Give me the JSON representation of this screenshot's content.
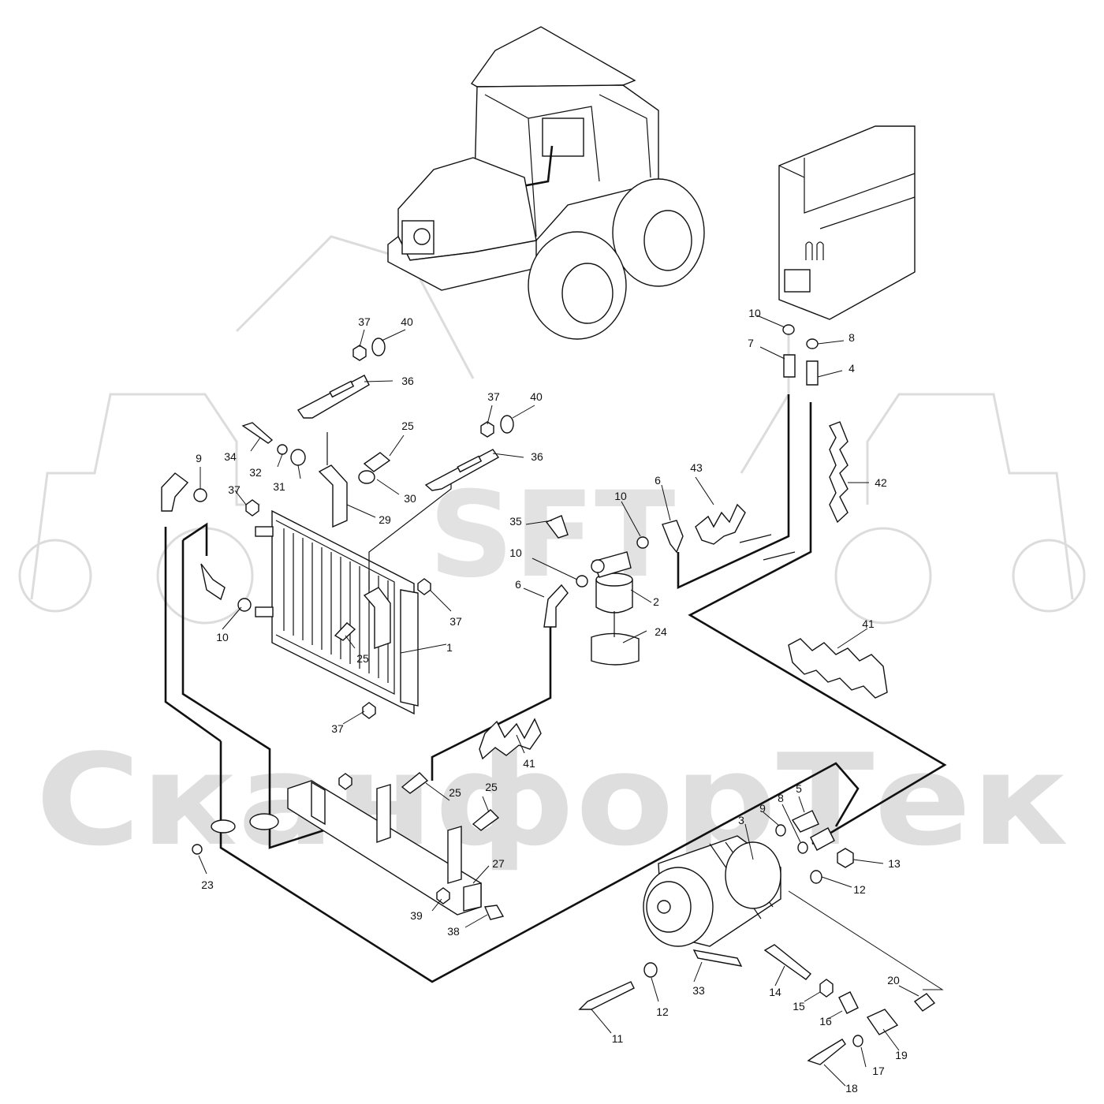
{
  "watermark": {
    "logo": "SFT",
    "text": "СканфорТек"
  },
  "callouts": [
    {
      "id": "c1",
      "text": "1"
    },
    {
      "id": "c2",
      "text": "2"
    },
    {
      "id": "c3",
      "text": "3"
    },
    {
      "id": "c4",
      "text": "4"
    },
    {
      "id": "c5",
      "text": "5"
    },
    {
      "id": "c6a",
      "text": "6"
    },
    {
      "id": "c6b",
      "text": "6"
    },
    {
      "id": "c7",
      "text": "7"
    },
    {
      "id": "c8a",
      "text": "8"
    },
    {
      "id": "c8b",
      "text": "8"
    },
    {
      "id": "c9a",
      "text": "9"
    },
    {
      "id": "c9b",
      "text": "9"
    },
    {
      "id": "c10a",
      "text": "10"
    },
    {
      "id": "c10b",
      "text": "10"
    },
    {
      "id": "c10c",
      "text": "10"
    },
    {
      "id": "c10d",
      "text": "10"
    },
    {
      "id": "c11",
      "text": "11"
    },
    {
      "id": "c12a",
      "text": "12"
    },
    {
      "id": "c12b",
      "text": "12"
    },
    {
      "id": "c13",
      "text": "13"
    },
    {
      "id": "c14",
      "text": "14"
    },
    {
      "id": "c15",
      "text": "15"
    },
    {
      "id": "c16",
      "text": "16"
    },
    {
      "id": "c17",
      "text": "17"
    },
    {
      "id": "c18",
      "text": "18"
    },
    {
      "id": "c19",
      "text": "19"
    },
    {
      "id": "c20",
      "text": "20"
    },
    {
      "id": "c23",
      "text": "23"
    },
    {
      "id": "c24",
      "text": "24"
    },
    {
      "id": "c25a",
      "text": "25"
    },
    {
      "id": "c25b",
      "text": "25"
    },
    {
      "id": "c25c",
      "text": "25"
    },
    {
      "id": "c25d",
      "text": "25"
    },
    {
      "id": "c27",
      "text": "27"
    },
    {
      "id": "c29",
      "text": "29"
    },
    {
      "id": "c30",
      "text": "30"
    },
    {
      "id": "c31",
      "text": "31"
    },
    {
      "id": "c32",
      "text": "32"
    },
    {
      "id": "c33",
      "text": "33"
    },
    {
      "id": "c34",
      "text": "34"
    },
    {
      "id": "c35",
      "text": "35"
    },
    {
      "id": "c36a",
      "text": "36"
    },
    {
      "id": "c36b",
      "text": "36"
    },
    {
      "id": "c37a",
      "text": "37"
    },
    {
      "id": "c37b",
      "text": "37"
    },
    {
      "id": "c37c",
      "text": "37"
    },
    {
      "id": "c37d",
      "text": "37"
    },
    {
      "id": "c37e",
      "text": "37"
    },
    {
      "id": "c38",
      "text": "38"
    },
    {
      "id": "c39",
      "text": "39"
    },
    {
      "id": "c40a",
      "text": "40"
    },
    {
      "id": "c40b",
      "text": "40"
    },
    {
      "id": "c41a",
      "text": "41"
    },
    {
      "id": "c41b",
      "text": "41"
    },
    {
      "id": "c42",
      "text": "42"
    },
    {
      "id": "c43",
      "text": "43"
    }
  ]
}
